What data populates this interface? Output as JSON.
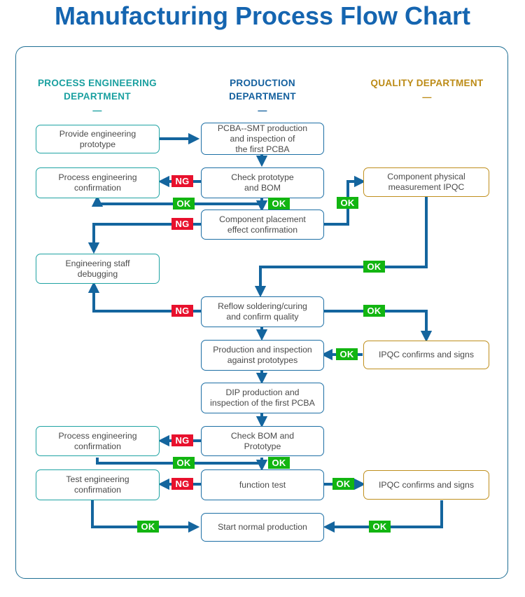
{
  "page": {
    "title": "Manufacturing Process Flow Chart",
    "title_color": "#1565b0",
    "frame_border_color": "#1f6f94",
    "wire_color": "#14659e",
    "ok_color": "#12b511",
    "ng_color": "#e8112d"
  },
  "columns": [
    {
      "id": "process-engineering",
      "line1": "PROCESS ENGINEERING",
      "line2": "DEPARTMENT",
      "dash": "—",
      "color": "#1aa0a0"
    },
    {
      "id": "production",
      "line1": "PRODUCTION",
      "line2": "DEPARTMENT",
      "dash": "—",
      "color": "#14609e"
    },
    {
      "id": "quality",
      "line1": "QUALITY",
      "line2": "DEPARTMENT",
      "dash": "—",
      "color": "#bc8b16"
    }
  ],
  "nodes": {
    "provide_prototype": {
      "lines": [
        "Provide engineering",
        "prototype"
      ],
      "column": "process-engineering"
    },
    "pcba_smt": {
      "lines": [
        "PCBA--SMT production",
        "and inspection of",
        "the first PCBA"
      ],
      "column": "production"
    },
    "process_conf_1": {
      "lines": [
        "Process engineering",
        "confirmation"
      ],
      "column": "process-engineering"
    },
    "check_prototype_bom": {
      "lines": [
        "Check prototype",
        "and BOM"
      ],
      "column": "production"
    },
    "component_physical": {
      "lines": [
        "Component physical",
        "measurement IPQC"
      ],
      "column": "quality"
    },
    "component_placement": {
      "lines": [
        "Component placement",
        "effect confirmation"
      ],
      "column": "production"
    },
    "engineering_debug": {
      "lines": [
        "Engineering staff",
        "debugging"
      ],
      "column": "process-engineering"
    },
    "reflow_soldering": {
      "lines": [
        "Reflow soldering/curing",
        "and confirm quality"
      ],
      "column": "production"
    },
    "production_inspection": {
      "lines": [
        "Production and inspection",
        "against prototypes"
      ],
      "column": "production"
    },
    "ipqc_signs_1": {
      "lines": [
        "IPQC confirms and signs"
      ],
      "column": "quality"
    },
    "dip_production": {
      "lines": [
        "DIP production and",
        "inspection of the first PCBA"
      ],
      "column": "production"
    },
    "process_conf_2": {
      "lines": [
        "Process engineering",
        "confirmation"
      ],
      "column": "process-engineering"
    },
    "check_bom_prototype": {
      "lines": [
        "Check BOM and",
        "Prototype"
      ],
      "column": "production"
    },
    "test_eng_conf": {
      "lines": [
        "Test engineering",
        "confirmation"
      ],
      "column": "process-engineering"
    },
    "function_test": {
      "lines": [
        "function test"
      ],
      "column": "production"
    },
    "ipqc_signs_2": {
      "lines": [
        "IPQC confirms and signs"
      ],
      "column": "quality"
    },
    "start_production": {
      "lines": [
        "Start normal production"
      ],
      "column": "production"
    }
  },
  "badges": [
    {
      "id": "ng-check-prototype",
      "label": "NG"
    },
    {
      "id": "ok-check-prototype-left",
      "label": "OK"
    },
    {
      "id": "ok-check-prototype-down",
      "label": "OK"
    },
    {
      "id": "ok-placement-right",
      "label": "OK"
    },
    {
      "id": "ng-component-placement",
      "label": "NG"
    },
    {
      "id": "ok-ipqc-measure-down",
      "label": "OK"
    },
    {
      "id": "ng-reflow",
      "label": "NG"
    },
    {
      "id": "ok-reflow-right",
      "label": "OK"
    },
    {
      "id": "ok-ipqc-signs-1",
      "label": "OK"
    },
    {
      "id": "ng-check-bom",
      "label": "NG"
    },
    {
      "id": "ok-check-bom-left",
      "label": "OK"
    },
    {
      "id": "ok-check-bom-down",
      "label": "OK"
    },
    {
      "id": "ng-function-test",
      "label": "NG"
    },
    {
      "id": "ok-function-test-right",
      "label": "OK"
    },
    {
      "id": "ok-test-eng-conf",
      "label": "OK"
    },
    {
      "id": "ok-ipqc-signs-2",
      "label": "OK"
    }
  ]
}
